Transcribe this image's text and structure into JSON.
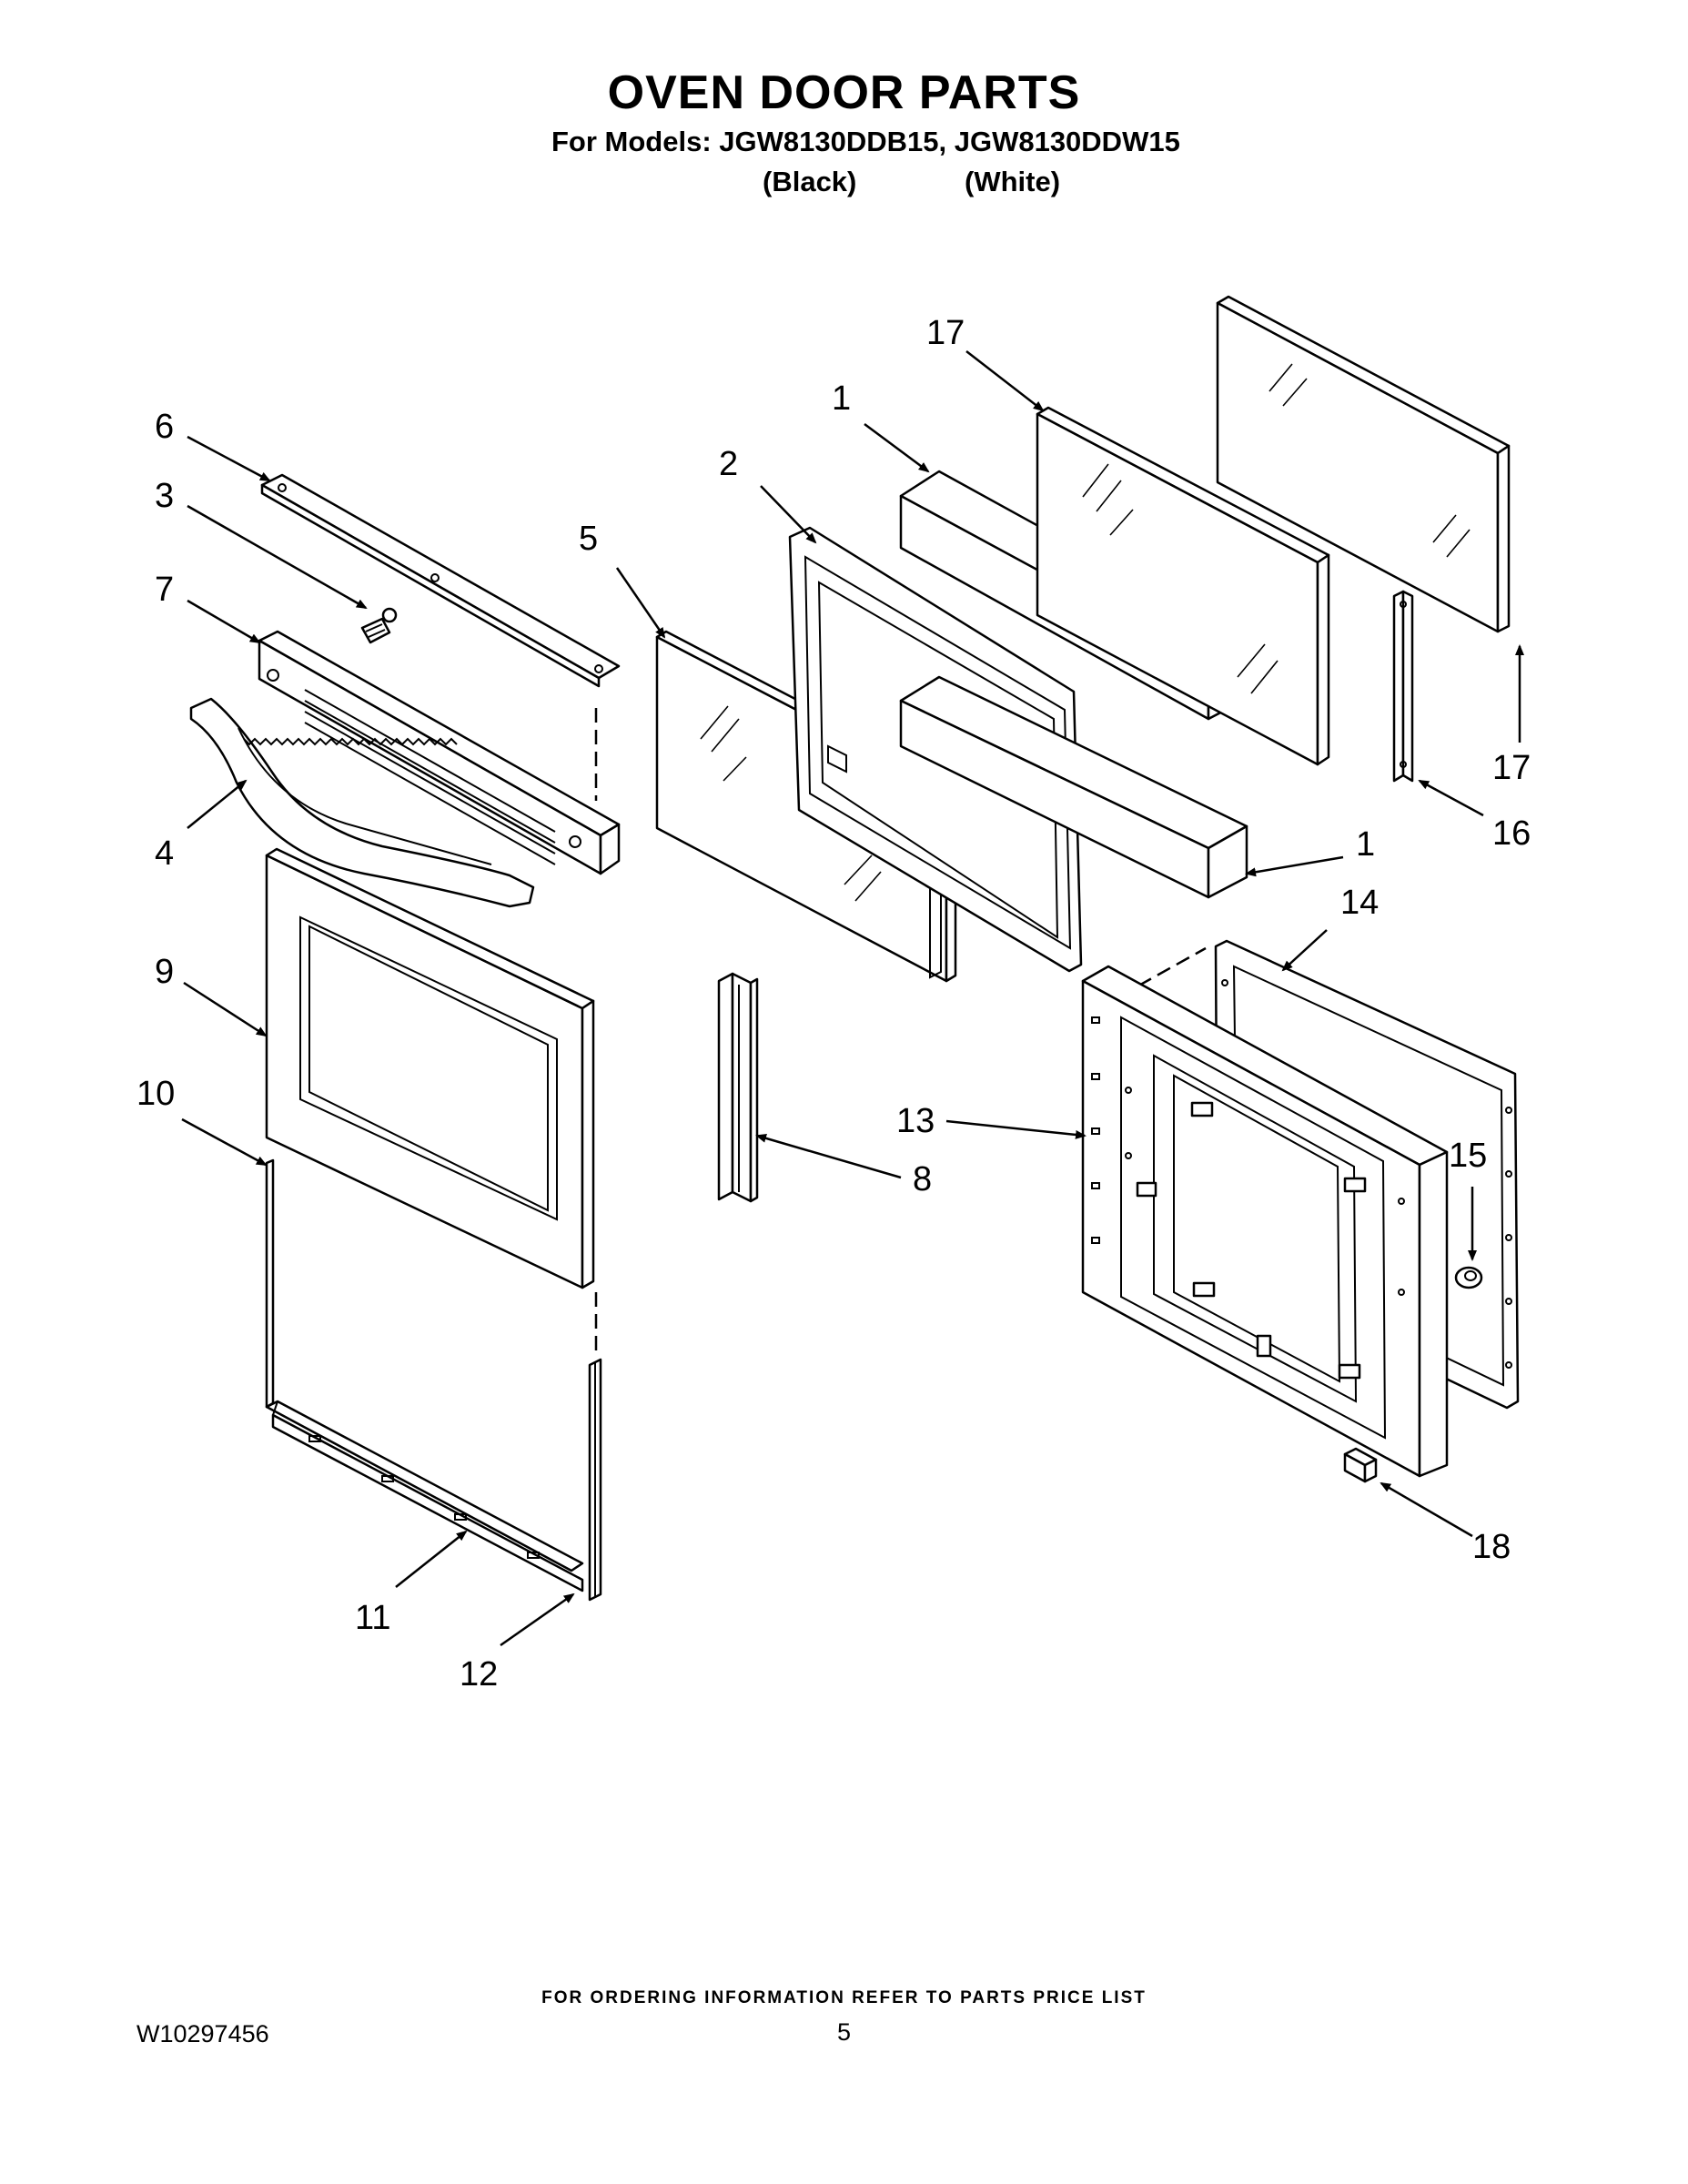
{
  "header": {
    "title": "OVEN DOOR PARTS",
    "models_line": "For Models: JGW8130DDB15, JGW8130DDW15",
    "variant_black": "(Black)",
    "variant_white": "(White)"
  },
  "callouts": {
    "c1a": "1",
    "c1b": "1",
    "c2": "2",
    "c3": "3",
    "c4": "4",
    "c5": "5",
    "c6": "6",
    "c7": "7",
    "c8": "8",
    "c9": "9",
    "c10": "10",
    "c11": "11",
    "c12": "12",
    "c13": "13",
    "c14": "14",
    "c15": "15",
    "c16": "16",
    "c17a": "17",
    "c17b": "17",
    "c18": "18"
  },
  "footer": {
    "ordering_note": "FOR ORDERING INFORMATION REFER TO PARTS PRICE LIST",
    "doc_number": "W10297456",
    "page_number": "5"
  }
}
